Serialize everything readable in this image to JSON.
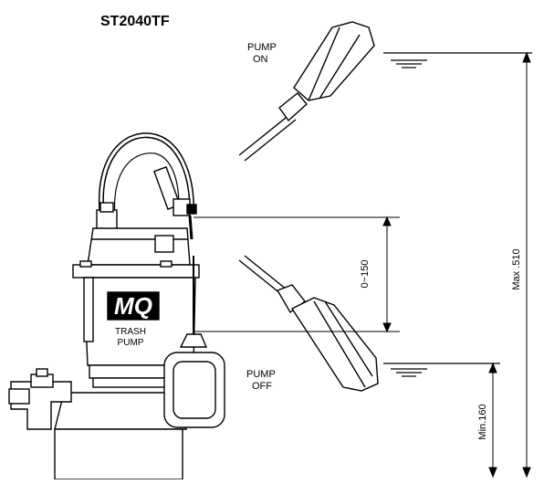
{
  "model": "ST2040TF",
  "float_on": {
    "line1": "PUMP",
    "line2": "ON"
  },
  "float_off": {
    "line1": "PUMP",
    "line2": "OFF"
  },
  "dimensions": {
    "range": "0~150",
    "max": "Max .510",
    "min": "Min.160"
  },
  "pump": {
    "logo": "MQ",
    "caption_line1": "TRASH",
    "caption_line2": "PUMP"
  },
  "colors": {
    "ink": "#000000",
    "paper": "#ffffff",
    "logo_bg": "#000000"
  }
}
